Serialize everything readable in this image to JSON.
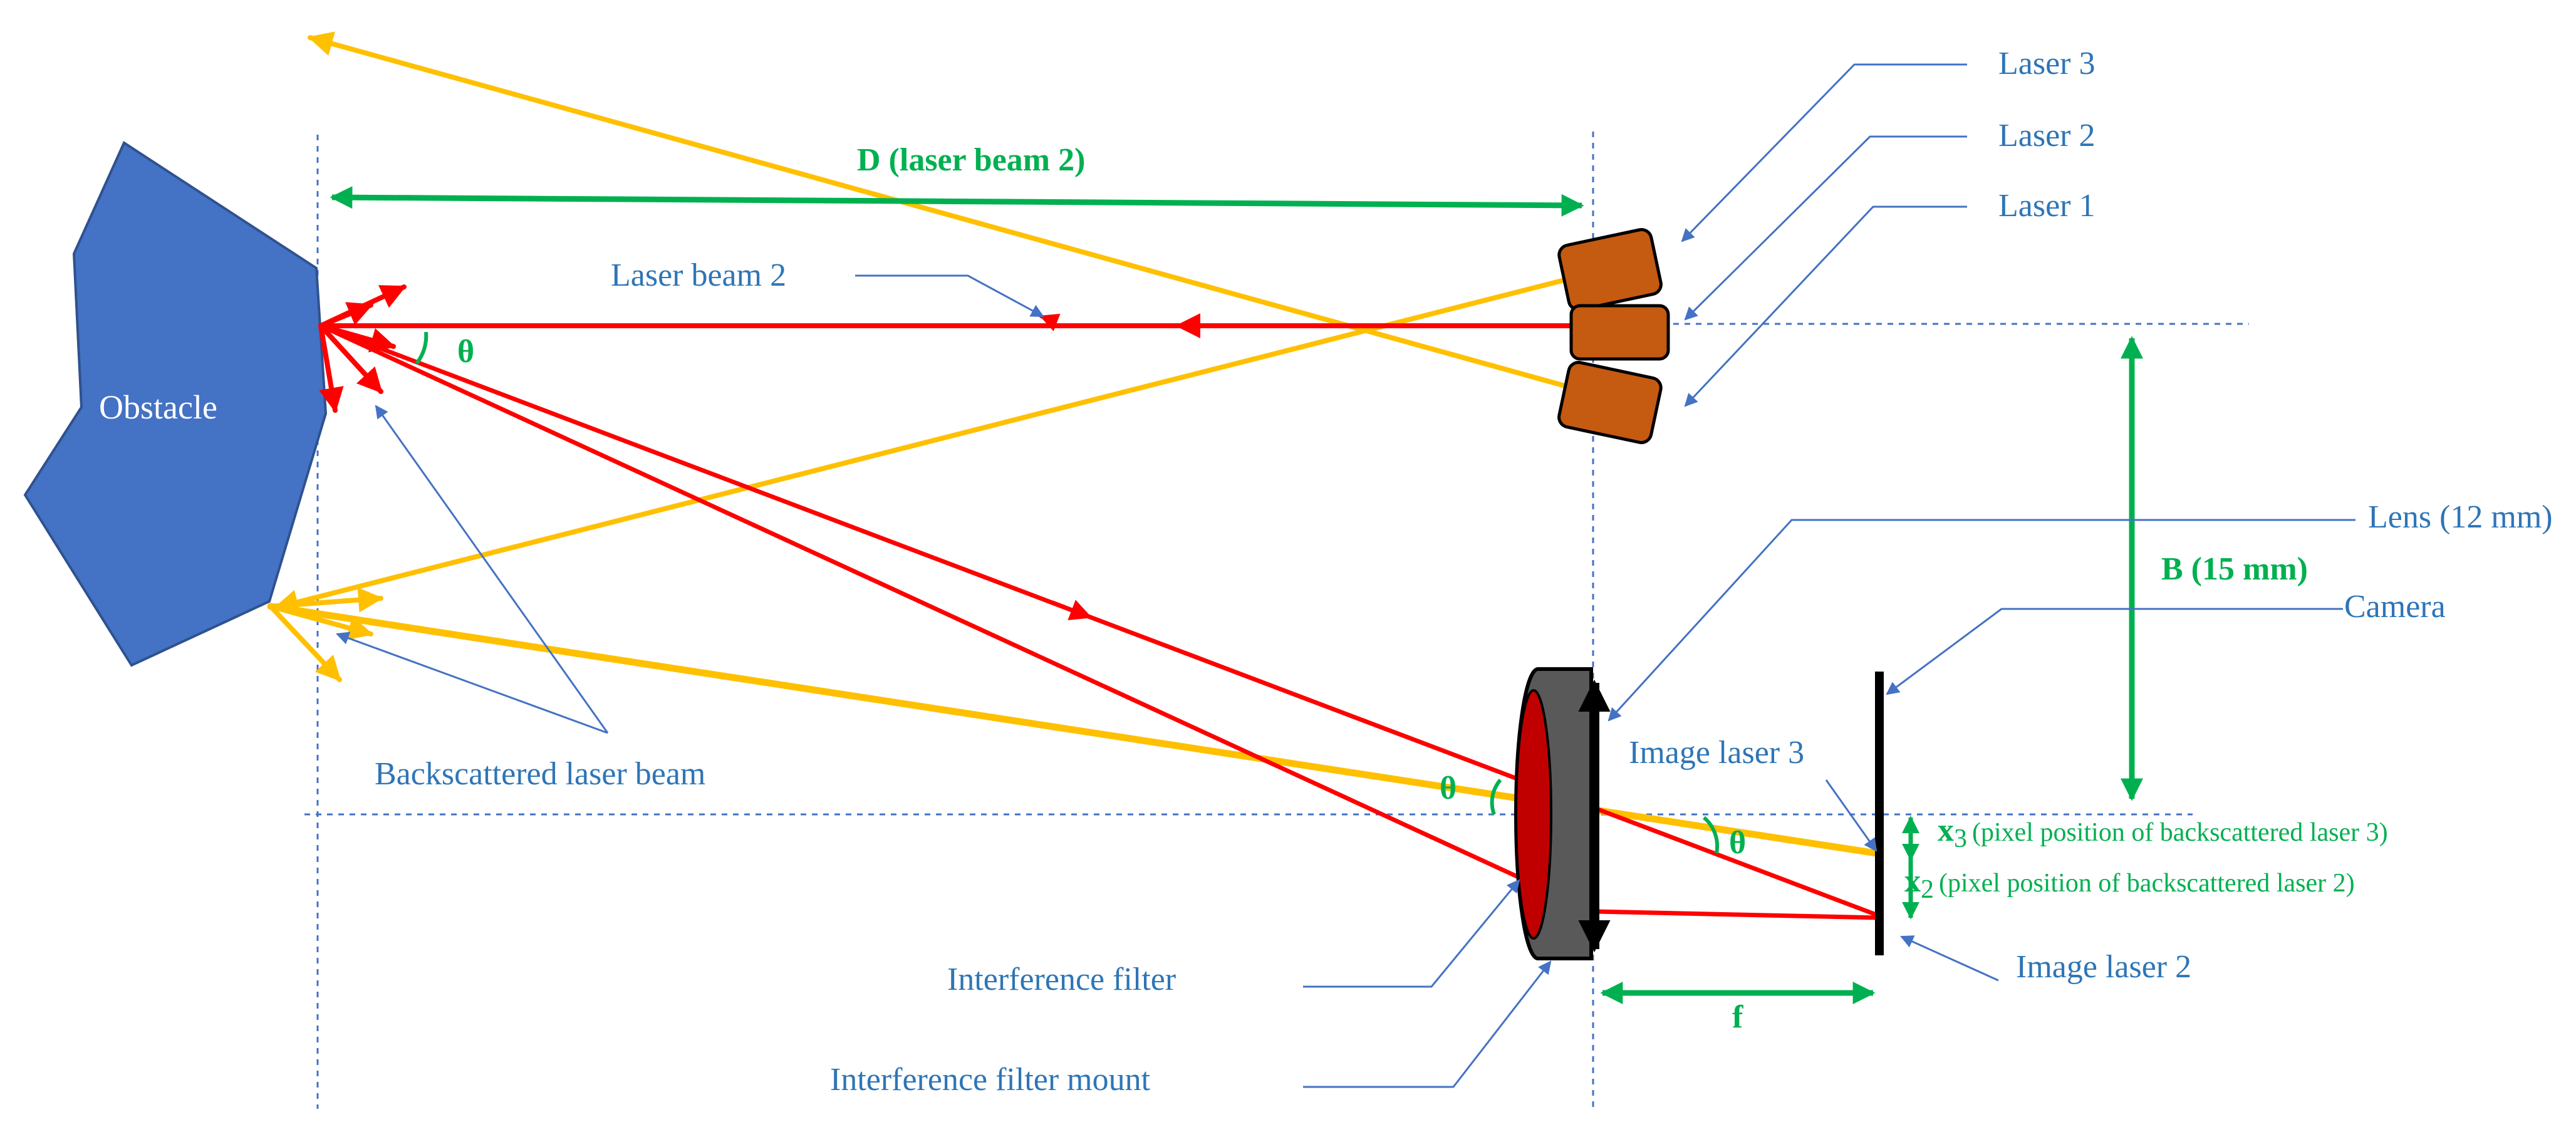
{
  "labels": {
    "obstacle": "Obstacle",
    "laser3": "Laser 3",
    "laser2": "Laser 2",
    "laser1": "Laser 1",
    "d_label": "D (laser beam 2)",
    "laser_beam_2": "Laser beam 2",
    "theta": "θ",
    "lens": "Lens (12 mm)",
    "b_label": "B (15 mm)",
    "camera": "Camera",
    "image_laser_3": "Image laser 3",
    "x3_symbol": "x",
    "x3_sub": "3",
    "x3_desc": "(pixel position of backscattered laser 3)",
    "x2_symbol": "x",
    "x2_sub": "2",
    "x2_desc": "(pixel position of backscattered laser 2)",
    "backscattered": "Backscattered laser beam",
    "interference_filter": "Interference filter",
    "image_laser_2": "Image laser 2",
    "f_label": "f",
    "filter_mount": "Interference filter mount"
  },
  "colors": {
    "obstacle": "#4472C4",
    "laser_body": "#C55A11",
    "red_beam": "#FF0000",
    "yellow_beam": "#FFC000",
    "green_dim": "#00B050",
    "blue_label": "#2E75B6",
    "filter_red": "#C00000",
    "filter_mount": "#595959"
  }
}
